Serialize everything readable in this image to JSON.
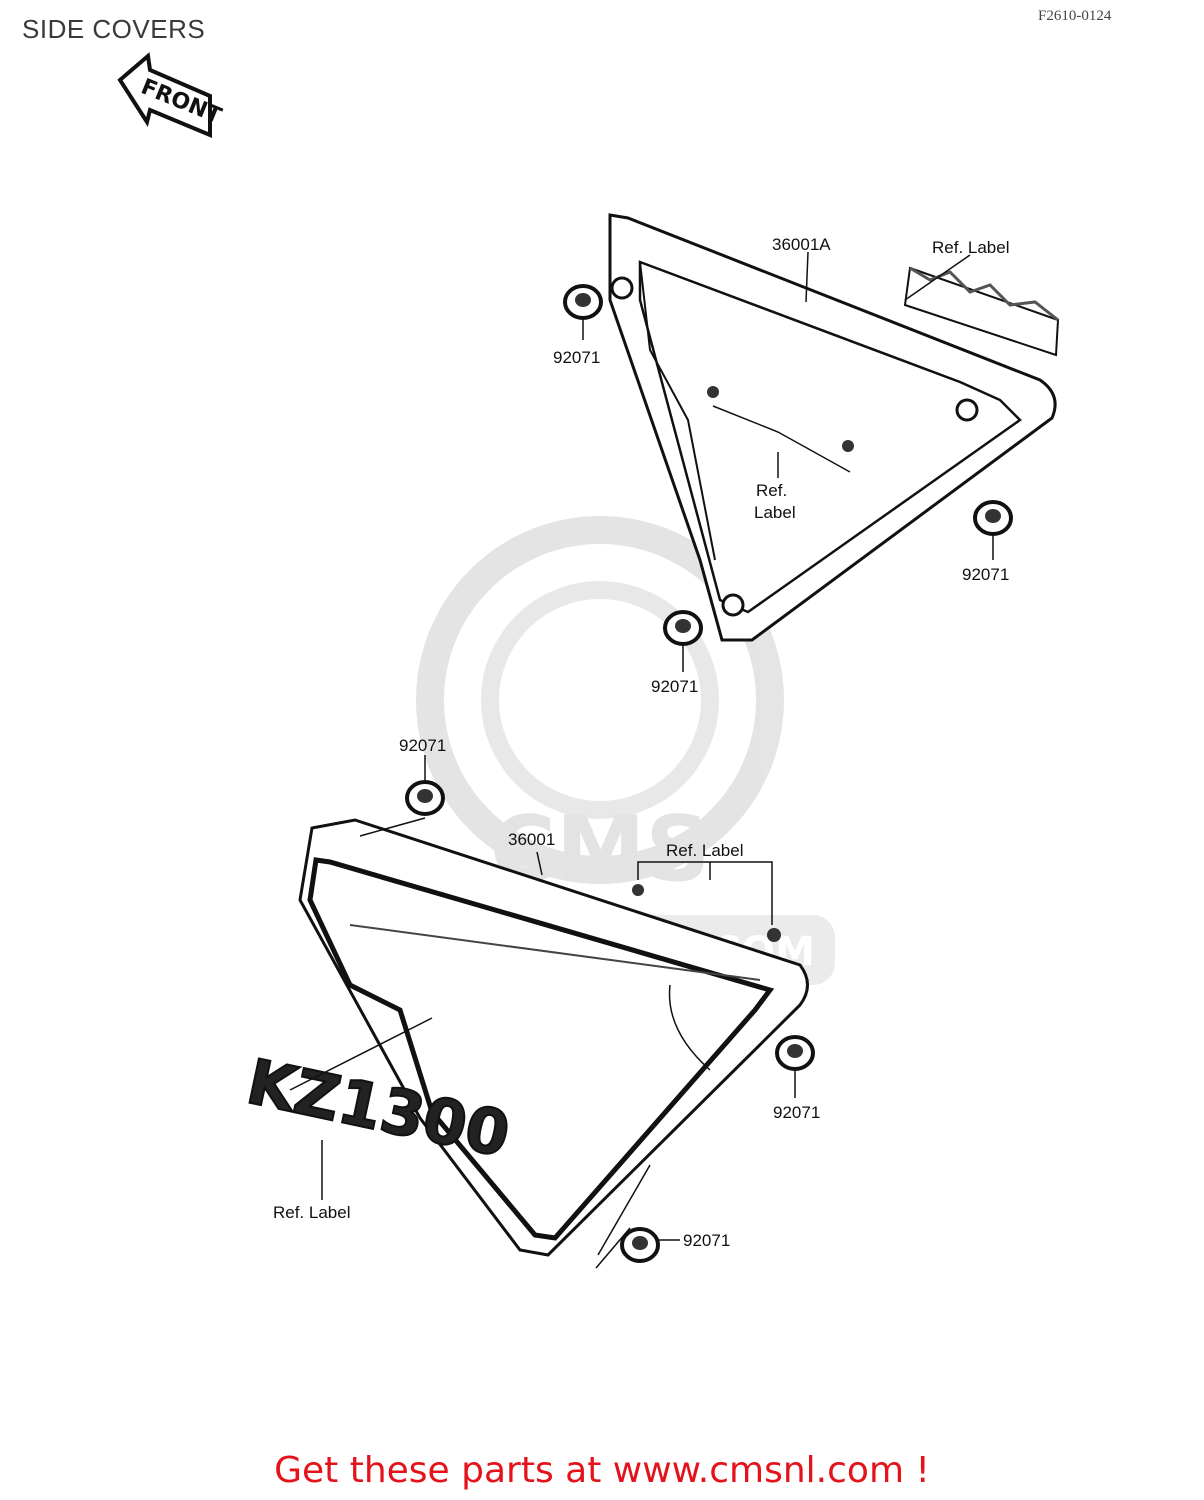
{
  "header": {
    "title": "SIDE COVERS",
    "figure_code": "F2610-0124"
  },
  "front_arrow": {
    "label": "FRONT"
  },
  "callouts": {
    "cover_upper": "36001A",
    "cover_lower": "36001",
    "grommet": "92071",
    "ref": "Ref.",
    "label": "Label",
    "ref_label": "Ref.  Label"
  },
  "emblem": {
    "text": "KZ1300"
  },
  "watermark": {
    "brand": "CMS",
    "url": "WWW.CMSNL.COM"
  },
  "footer": {
    "cta": "Get these parts at www.cmsnl.com !"
  },
  "colors": {
    "cta": "#e4131b",
    "line": "#111111",
    "watermark": "#d9d9d9"
  }
}
